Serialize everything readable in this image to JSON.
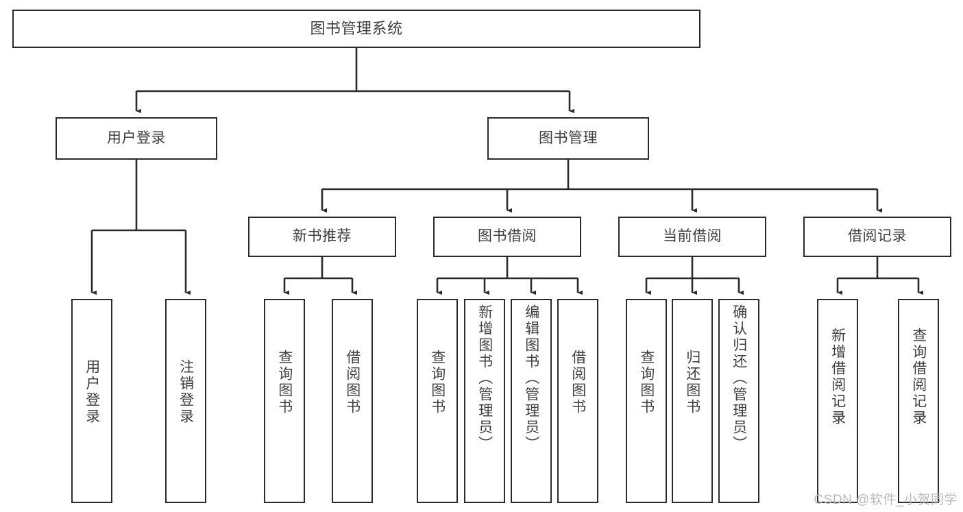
{
  "diagram": {
    "title": "图书管理系统",
    "stroke_color": "#2b2b2b",
    "text_color": "#3f3f3f",
    "background_color": "#ffffff",
    "watermark": "CSDN @软件_小贺同学",
    "watermark_color": "#b9b9b9"
  },
  "nodes": {
    "root": {
      "label": "图书管理系统"
    },
    "level2": [
      {
        "label": "用户登录"
      },
      {
        "label": "图书管理"
      }
    ],
    "level3": [
      {
        "label": "新书推荐"
      },
      {
        "label": "图书借阅"
      },
      {
        "label": "当前借阅"
      },
      {
        "label": "借阅记录"
      }
    ],
    "leaves": {
      "user_login": [
        {
          "label": "用户登录"
        },
        {
          "label": "注销登录"
        }
      ],
      "new_book": [
        {
          "label": "查询图书"
        },
        {
          "label": "借阅图书"
        }
      ],
      "book_borrow": [
        {
          "label": "查询图书"
        },
        {
          "label": "新增图书（管理员）"
        },
        {
          "label": "编辑图书（管理员）"
        },
        {
          "label": "借阅图书"
        }
      ],
      "current_borrow": [
        {
          "label": "查询图书"
        },
        {
          "label": "归还图书"
        },
        {
          "label": "确认归还（管理员）"
        }
      ],
      "borrow_record": [
        {
          "label": "新增借阅记录"
        },
        {
          "label": "查询借阅记录"
        }
      ]
    }
  }
}
